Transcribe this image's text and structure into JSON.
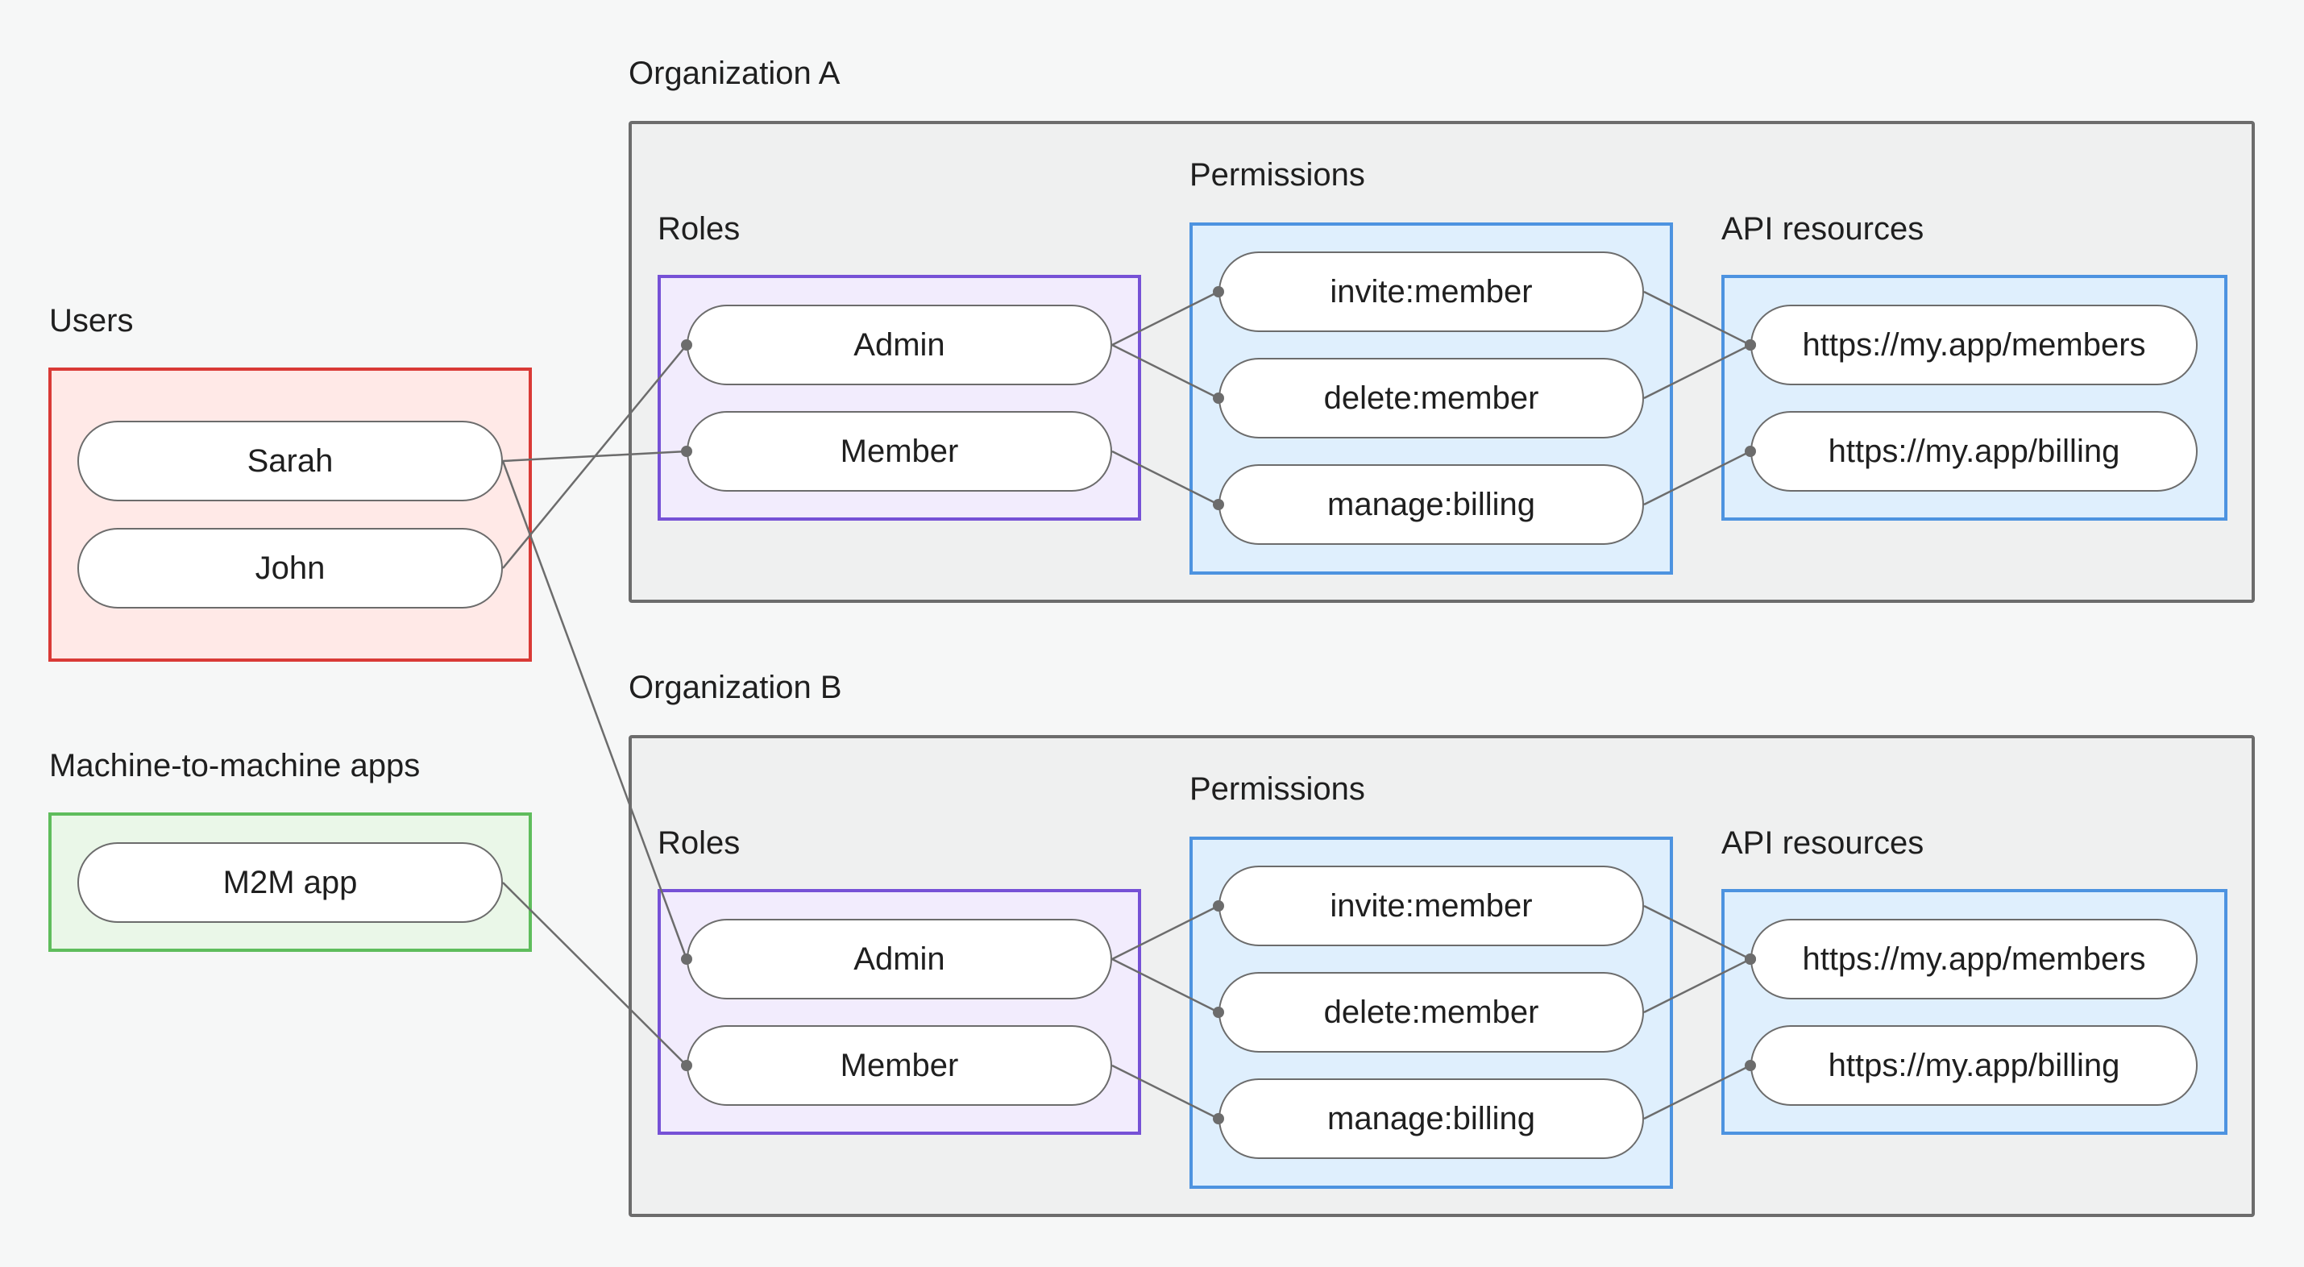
{
  "users": {
    "title": "Users",
    "items": [
      {
        "label": "Sarah"
      },
      {
        "label": "John"
      }
    ]
  },
  "m2m": {
    "title": "Machine-to-machine apps",
    "items": [
      {
        "label": "M2M app"
      }
    ]
  },
  "organizations": [
    {
      "title": "Organization A",
      "roles_title": "Roles",
      "roles": [
        {
          "label": "Admin"
        },
        {
          "label": "Member"
        }
      ],
      "permissions_title": "Permissions",
      "permissions": [
        {
          "label": "invite:member"
        },
        {
          "label": "delete:member"
        },
        {
          "label": "manage:billing"
        }
      ],
      "resources_title": "API resources",
      "resources": [
        {
          "label": "https://my.app/members"
        },
        {
          "label": "https://my.app/billing"
        }
      ]
    },
    {
      "title": "Organization B",
      "roles_title": "Roles",
      "roles": [
        {
          "label": "Admin"
        },
        {
          "label": "Member"
        }
      ],
      "permissions_title": "Permissions",
      "permissions": [
        {
          "label": "invite:member"
        },
        {
          "label": "delete:member"
        },
        {
          "label": "manage:billing"
        }
      ],
      "resources_title": "API resources",
      "resources": [
        {
          "label": "https://my.app/members"
        },
        {
          "label": "https://my.app/billing"
        }
      ]
    }
  ],
  "connections": [
    {
      "from": "user-sarah",
      "to": "orgA-role-member"
    },
    {
      "from": "user-john",
      "to": "orgA-role-admin"
    },
    {
      "from": "user-sarah",
      "to": "orgB-role-admin"
    },
    {
      "from": "m2m-app",
      "to": "orgB-role-member"
    },
    {
      "from": "orgA-role-admin",
      "to": "orgA-perm-invite"
    },
    {
      "from": "orgA-role-admin",
      "to": "orgA-perm-delete"
    },
    {
      "from": "orgA-role-member",
      "to": "orgA-perm-billing"
    },
    {
      "from": "orgA-perm-invite",
      "to": "orgA-res-members"
    },
    {
      "from": "orgA-perm-delete",
      "to": "orgA-res-members"
    },
    {
      "from": "orgA-perm-billing",
      "to": "orgA-res-billing"
    },
    {
      "from": "orgB-role-admin",
      "to": "orgB-perm-invite"
    },
    {
      "from": "orgB-role-admin",
      "to": "orgB-perm-delete"
    },
    {
      "from": "orgB-role-member",
      "to": "orgB-perm-billing"
    },
    {
      "from": "orgB-perm-invite",
      "to": "orgB-res-members"
    },
    {
      "from": "orgB-perm-delete",
      "to": "orgB-res-members"
    },
    {
      "from": "orgB-perm-billing",
      "to": "orgB-res-billing"
    }
  ]
}
